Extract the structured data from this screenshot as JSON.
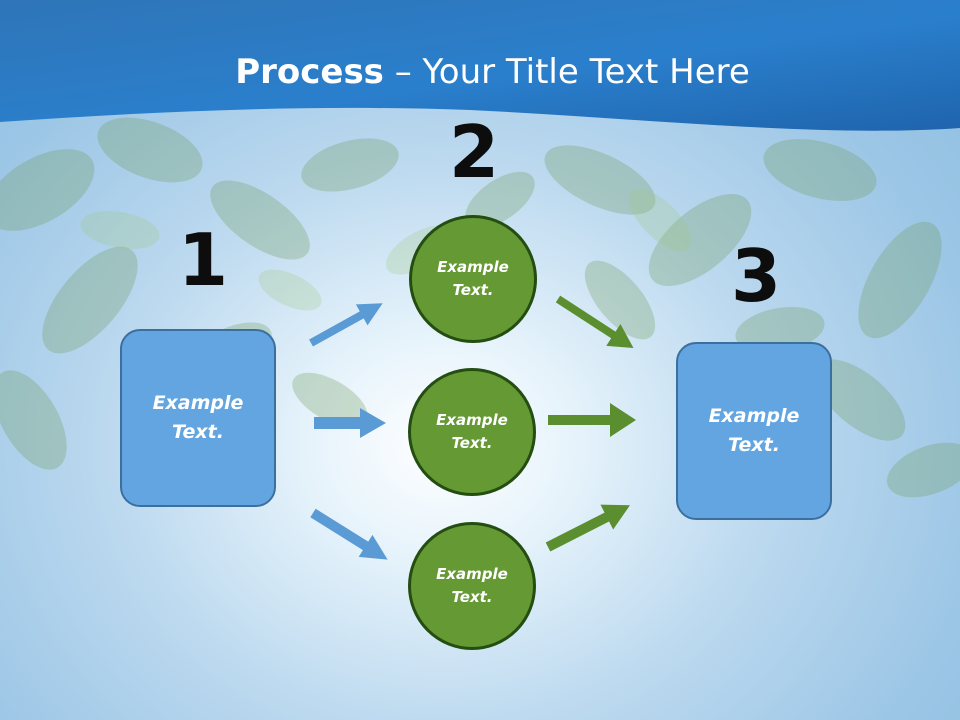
{
  "title": {
    "bold": "Process",
    "rest": " – Your Title Text Here"
  },
  "steps": {
    "one": {
      "number": "1",
      "line1": "Example",
      "line2": "Text."
    },
    "two": {
      "number": "2"
    },
    "three": {
      "number": "3",
      "line1": "Example",
      "line2": "Text."
    }
  },
  "circles": [
    {
      "line1": "Example",
      "line2": "Text."
    },
    {
      "line1": "Example",
      "line2": "Text."
    },
    {
      "line1": "Example",
      "line2": "Text."
    }
  ],
  "colors": {
    "header": "#2a7fcc",
    "box_fill": "#62a5e0",
    "circle_fill": "#659933",
    "blue_arrow": "#5b9bd5",
    "green_arrow": "#5a8e2f"
  }
}
